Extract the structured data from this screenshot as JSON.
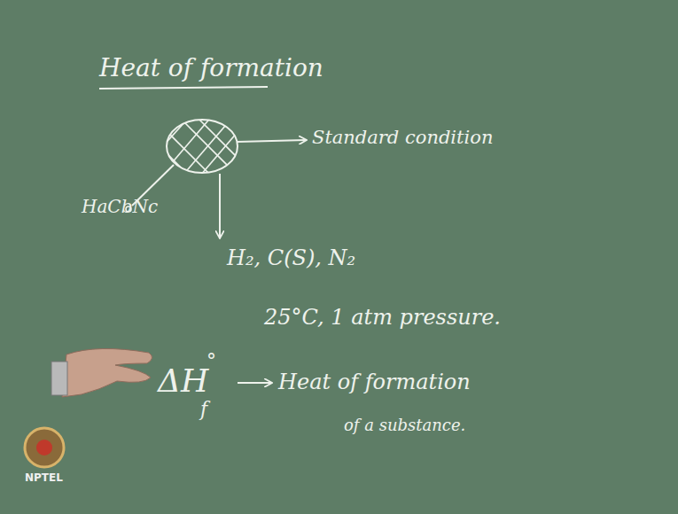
{
  "diagram": {
    "title": "Heat of formation",
    "labels": [
      "Standard condition",
      "HaCbNc",
      "H₂, C(S), N₂",
      "25°C, 1 atm pressure.",
      "ΔH",
      "°",
      "f",
      "Heat of formation",
      "of a substance.",
      "NPTEL"
    ]
  }
}
